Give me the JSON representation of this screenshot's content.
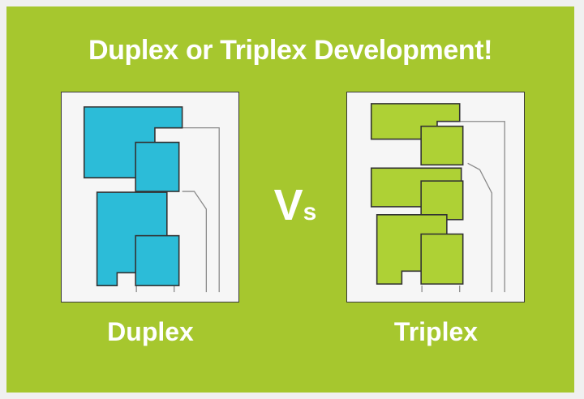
{
  "page": {
    "title": "Duplex or Triplex Development!",
    "background_color": "#a6c72e",
    "outer_margin_color": "#f0f0f0",
    "versus_main": "V",
    "versus_sub": "s"
  },
  "left_plot": {
    "caption": "Duplex",
    "unit_count": 2,
    "building_fill": "#2cbcd8",
    "building_stroke": "#333333",
    "plot_fill": "#f6f6f6",
    "plot_stroke": "#3a3a3a",
    "units": [
      {
        "name": "upper-dwelling",
        "type": "house-footprint"
      },
      {
        "name": "upper-garage",
        "type": "garage-footprint"
      },
      {
        "name": "lower-dwelling",
        "type": "house-footprint"
      },
      {
        "name": "lower-garage",
        "type": "garage-footprint"
      }
    ],
    "driveway_label": "shared-driveway"
  },
  "right_plot": {
    "caption": "Triplex",
    "unit_count": 3,
    "building_fill": "#aed135",
    "building_stroke": "#333333",
    "plot_fill": "#f6f6f6",
    "plot_stroke": "#3a3a3a",
    "units": [
      {
        "name": "upper-dwelling",
        "type": "house-footprint"
      },
      {
        "name": "upper-garage",
        "type": "garage-footprint"
      },
      {
        "name": "middle-dwelling",
        "type": "house-footprint"
      },
      {
        "name": "middle-garage",
        "type": "garage-footprint"
      },
      {
        "name": "lower-dwelling",
        "type": "house-footprint"
      },
      {
        "name": "lower-garage",
        "type": "garage-footprint"
      }
    ],
    "driveway_label": "shared-driveway"
  }
}
